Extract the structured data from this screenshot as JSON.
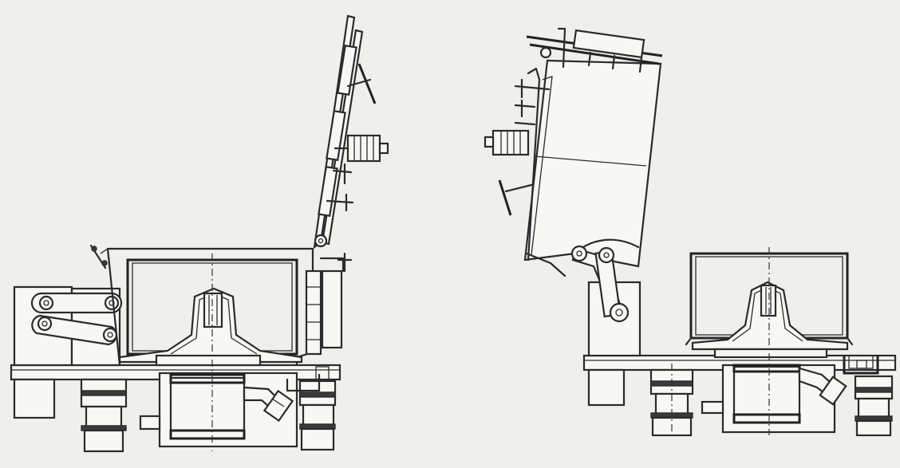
{
  "figure": {
    "views": [
      {
        "id": "left",
        "subject": "centrifuge-lid-open-view"
      },
      {
        "id": "right",
        "subject": "centrifuge-lid-swung-view"
      }
    ],
    "colors": {
      "background": "#efefeb",
      "line": "#2b2b2b"
    }
  }
}
